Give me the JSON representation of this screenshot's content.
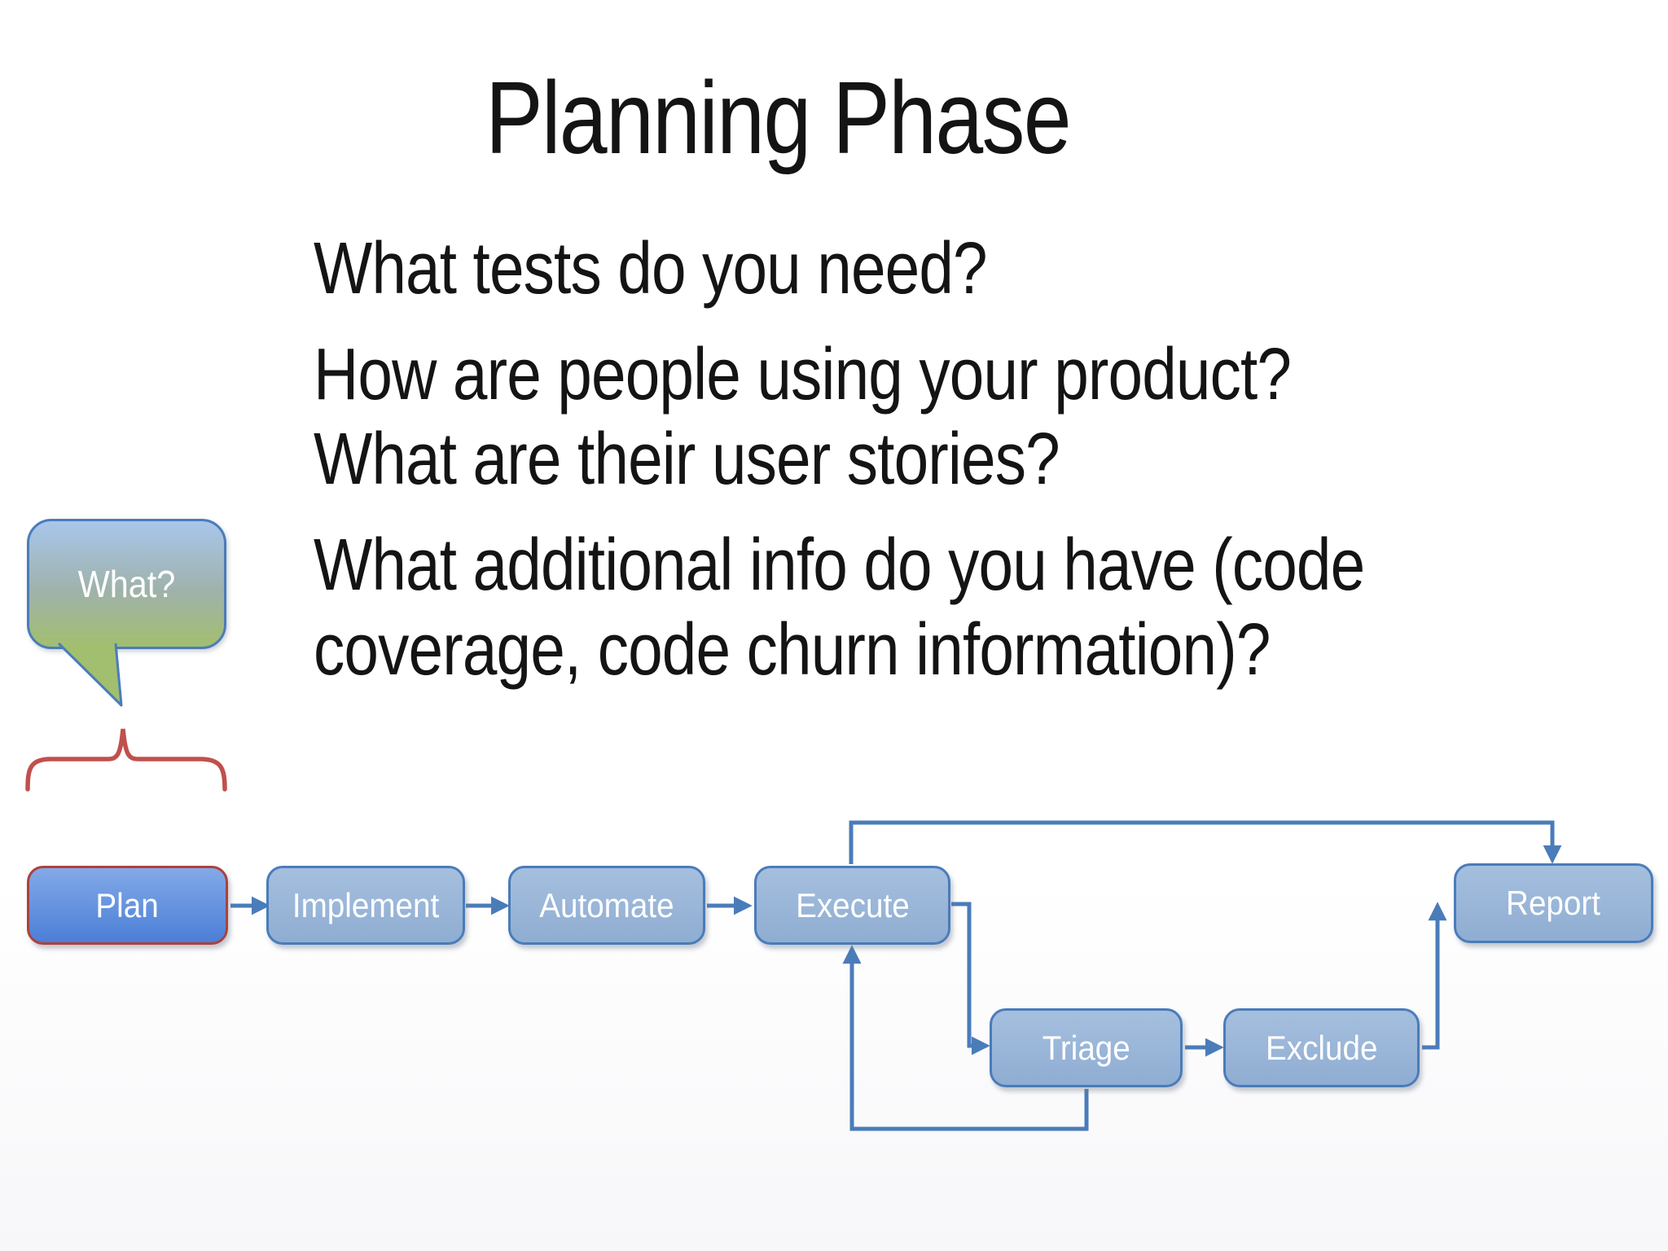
{
  "slide": {
    "title": "Planning Phase",
    "questions": {
      "q1": [
        "What tests do you need?"
      ],
      "q2": [
        "How are people using your product?",
        "What are their user stories?"
      ],
      "q3": [
        "What additional info do you have (code",
        "coverage, code churn information)?"
      ]
    },
    "callout": {
      "label": "What?"
    },
    "flowchart": {
      "nodes": {
        "plan": "Plan",
        "implement": "Implement",
        "automate": "Automate",
        "execute": "Execute",
        "triage": "Triage",
        "exclude": "Exclude",
        "report": "Report"
      }
    },
    "colors": {
      "text_dark": "#141414",
      "node_text": "#ffffff",
      "connector": "#4a7cba",
      "node_border": "#4a7cba",
      "node_fill_top": "#a5bfde",
      "node_fill_bottom": "#8fadd2",
      "plan_fill_top": "#83a9e8",
      "plan_fill_bottom": "#4b7fd6",
      "plan_border": "#ad413c",
      "brace_red": "#c0504d",
      "callout_top": "#a8c6ec",
      "callout_bottom": "#a2be6f"
    }
  }
}
